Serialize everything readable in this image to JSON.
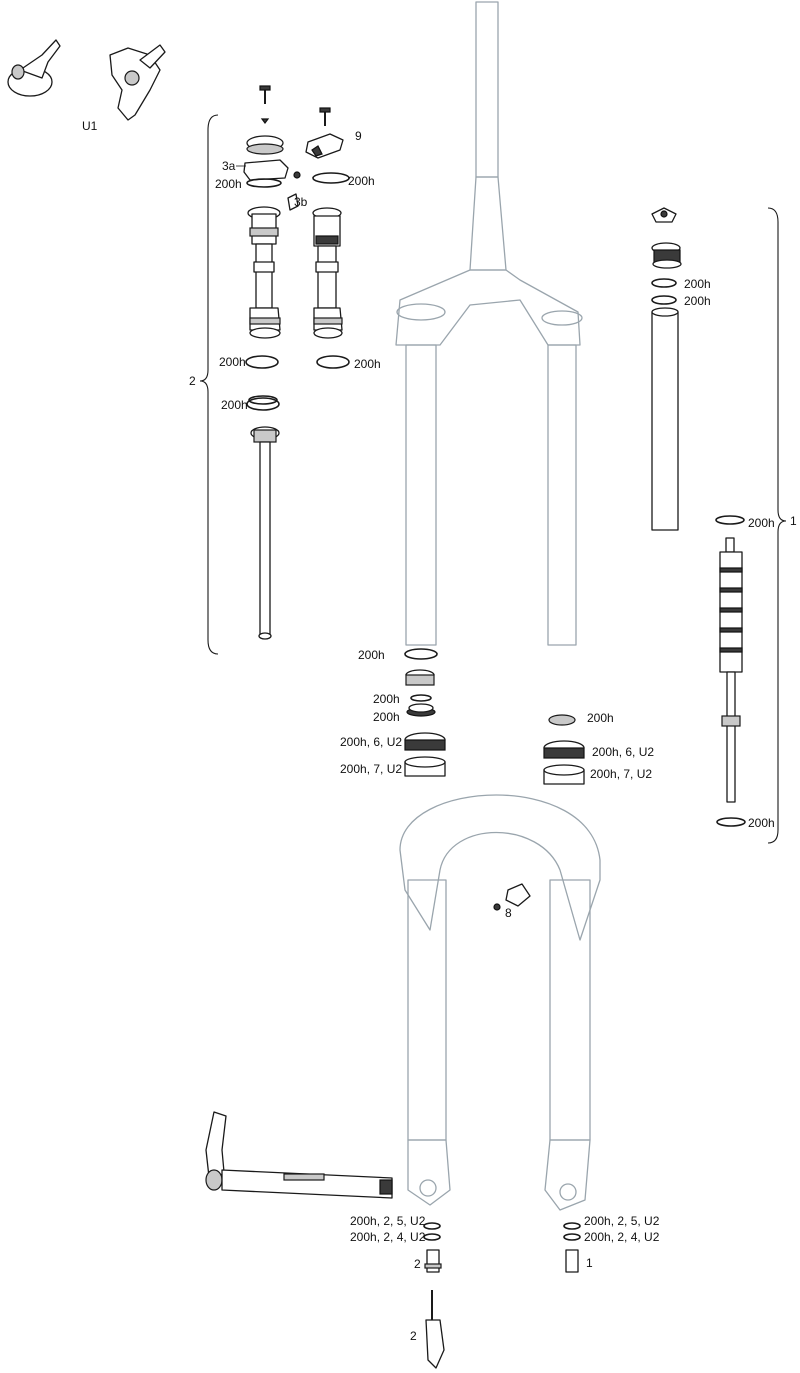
{
  "diagram": {
    "labels": {
      "u1": "U1",
      "nine": "9",
      "three_a": "3a",
      "three_b": "3b",
      "two": "2",
      "one": "1",
      "eight": "8",
      "h200": "200h",
      "h200_6_u2": "200h, 6, U2",
      "h200_7_u2": "200h, 7, U2",
      "h200_2_5_u2": "200h, 2, 5, U2",
      "h200_2_4_u2": "200h, 2, 4, U2"
    }
  }
}
